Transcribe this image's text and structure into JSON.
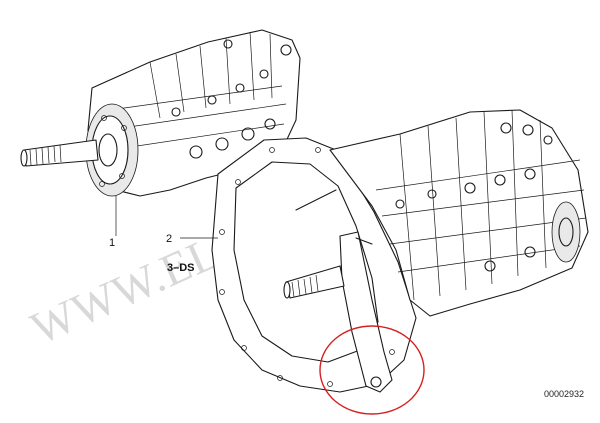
{
  "watermark": "WWW.ELCATS.RU",
  "callouts": [
    {
      "id": "1",
      "text": "1"
    },
    {
      "id": "2",
      "text": "2"
    },
    {
      "id": "3",
      "text": "3–DS"
    }
  ],
  "drawing_number": "00002932",
  "colors": {
    "line": "#1a1a1a",
    "highlight_circle": "#d62020",
    "watermark": "#d8d8d8"
  }
}
